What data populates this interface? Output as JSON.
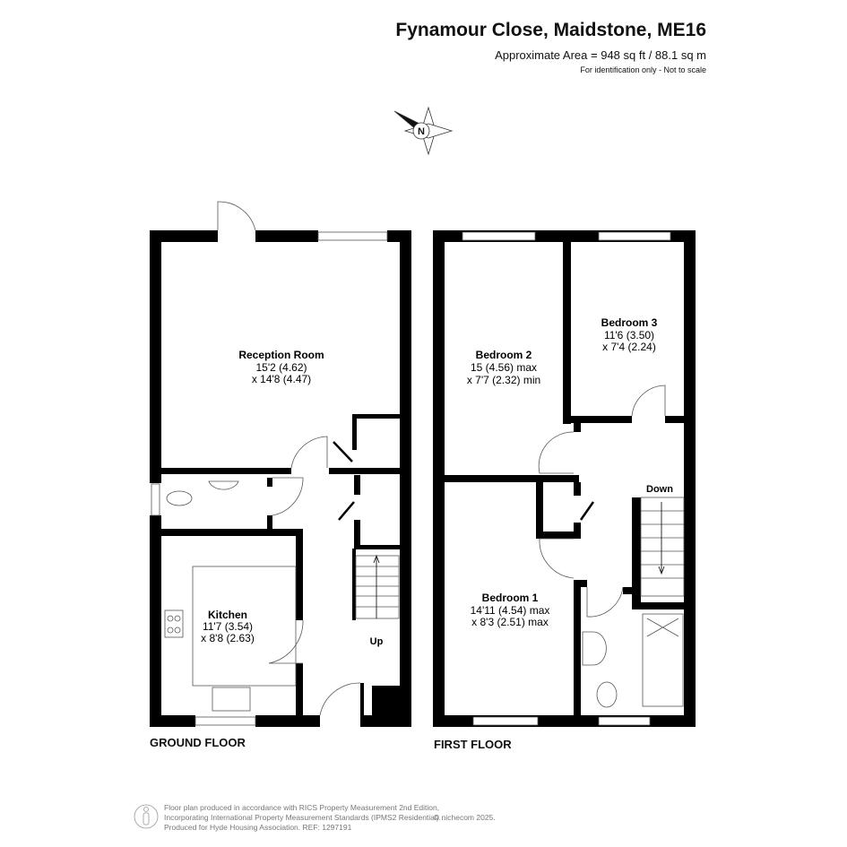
{
  "header": {
    "title": "Fynamour Close, Maidstone, ME16",
    "area": "Approximate Area = 948 sq ft / 88.1 sq m",
    "identification": "For identification only - Not to scale"
  },
  "compass": {
    "label": "N"
  },
  "ground_floor": {
    "label": "GROUND FLOOR",
    "rooms": [
      {
        "name": "Reception Room",
        "dim1": "15'2 (4.62)",
        "dim2": "x 14'8 (4.47)"
      },
      {
        "name": "Kitchen",
        "dim1": "11'7 (3.54)",
        "dim2": "x 8'8 (2.63)"
      }
    ],
    "stairs_label": "Up"
  },
  "first_floor": {
    "label": "FIRST FLOOR",
    "rooms": [
      {
        "name": "Bedroom 2",
        "dim1": "15 (4.56) max",
        "dim2": "x 7'7 (2.32) min"
      },
      {
        "name": "Bedroom 3",
        "dim1": "11'6 (3.50)",
        "dim2": "x 7'4 (2.24)"
      },
      {
        "name": "Bedroom 1",
        "dim1": "14'11 (4.54) max",
        "dim2": "x 8'3 (2.51) max"
      }
    ],
    "stairs_label": "Down"
  },
  "footer": {
    "line1": "Floor plan produced in accordance with RICS Property Measurement 2nd Edition,",
    "line2": "Incorporating International Property Measurement Standards (IPMS2 Residential).",
    "line3": "Produced for Hyde Housing Association.  REF: 1297191",
    "copyright": "© nichecom 2025."
  }
}
